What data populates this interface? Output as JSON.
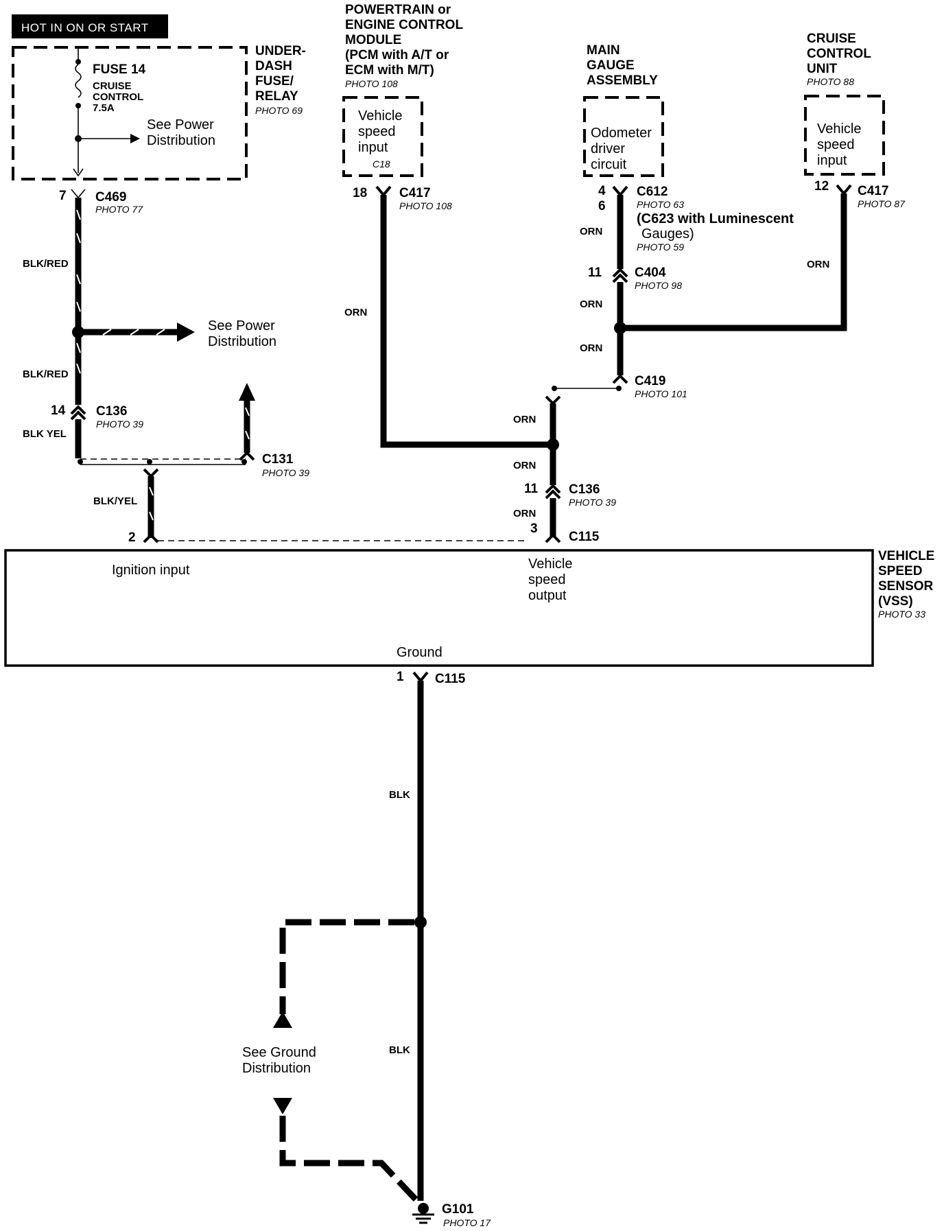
{
  "power_header": "HOT IN ON OR START",
  "fuse_box": {
    "title": [
      "UNDER-",
      "DASH",
      "FUSE/",
      "RELAY"
    ],
    "photo": "PHOTO 69",
    "fuse_name": "FUSE 14",
    "fuse_desc": [
      "CRUISE",
      "CONTROL",
      "7.5A"
    ],
    "see_power": [
      "See Power",
      "Distribution"
    ]
  },
  "pcm": {
    "title": [
      "POWERTRAIN or",
      "ENGINE CONTROL",
      "MODULE",
      "(PCM with A/T or",
      "ECM with M/T)"
    ],
    "photo": "PHOTO 108",
    "input": [
      "Vehicle",
      "speed",
      "input"
    ],
    "input_connector": "C18"
  },
  "gauge": {
    "title": [
      "MAIN",
      "GAUGE",
      "ASSEMBLY"
    ],
    "circuit": [
      "Odometer",
      "driver",
      "circuit"
    ]
  },
  "cruise": {
    "title": [
      "CRUISE",
      "CONTROL",
      "UNIT"
    ],
    "photo": "PHOTO 88",
    "input": [
      "Vehicle",
      "speed",
      "input"
    ]
  },
  "connectors": {
    "c469": {
      "name": "C469",
      "photo": "PHOTO 77",
      "pin": "7"
    },
    "c417_pcm": {
      "name": "C417",
      "photo": "PHOTO 108",
      "pin": "18"
    },
    "c612": {
      "name": "C612",
      "photo": "PHOTO 63",
      "pin_a": "4",
      "pin_b": "6",
      "note": [
        "(C623 with Luminescent",
        "Gauges)"
      ],
      "photo2": "PHOTO 59"
    },
    "c417_cruise": {
      "name": "C417",
      "photo": "PHOTO 87",
      "pin": "12"
    },
    "c404": {
      "name": "C404",
      "photo": "PHOTO 98",
      "pin": "11"
    },
    "c419": {
      "name": "C419",
      "photo": "PHOTO 101"
    },
    "c136_left": {
      "name": "C136",
      "photo": "PHOTO 39",
      "pin": "14"
    },
    "c131": {
      "name": "C131",
      "photo": "PHOTO 39"
    },
    "c136_right": {
      "name": "C136",
      "photo": "PHOTO 39",
      "pin": "11"
    },
    "c115_top": {
      "name": "C115",
      "pin_ign": "2",
      "pin_out": "3"
    },
    "c115_bottom": {
      "name": "C115",
      "pin": "1"
    }
  },
  "wires": {
    "blk_red": "BLK/RED",
    "blk_yel_a": "BLK YEL",
    "blk_yel_b": "BLK/YEL",
    "orn": "ORN",
    "blk": "BLK"
  },
  "see_power_mid": [
    "See Power",
    "Distribution"
  ],
  "vss": {
    "title": [
      "VEHICLE",
      "SPEED",
      "SENSOR",
      "(VSS)"
    ],
    "photo": "PHOTO 33",
    "ignition": "Ignition input",
    "output": [
      "Vehicle",
      "speed",
      "output"
    ],
    "ground": "Ground"
  },
  "ground": {
    "see_ground": [
      "See Ground",
      "Distribution"
    ],
    "name": "G101",
    "photo": "PHOTO 17"
  }
}
